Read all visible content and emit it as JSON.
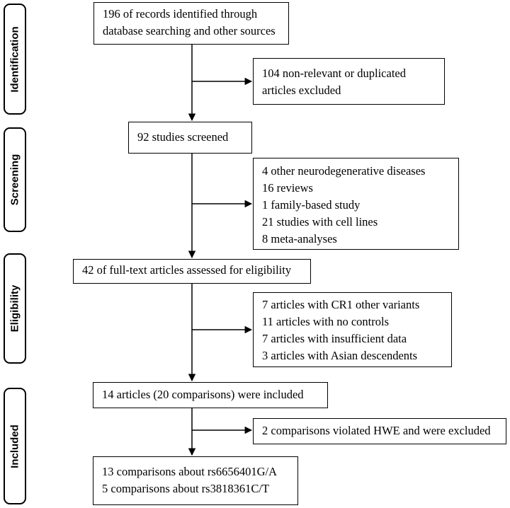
{
  "stages": [
    "Identification",
    "Screening",
    "Eligibility",
    "Included"
  ],
  "main_boxes": [
    [
      "196 of records identified through",
      "database searching and other sources"
    ],
    [
      "92 studies screened"
    ],
    [
      "42 of full-text articles assessed for eligibility"
    ],
    [
      "14 articles (20 comparisons) were included"
    ],
    [
      "13 comparisons about rs6656401G/A",
      "5 comparisons about rs3818361C/T"
    ]
  ],
  "exclusion_boxes": [
    [
      "104 non-relevant or duplicated",
      "articles excluded"
    ],
    [
      "4 other neurodegenerative diseases",
      "16 reviews",
      "1 family-based study",
      "21 studies with cell lines",
      "8 meta-analyses"
    ],
    [
      "7 articles with CR1 other variants",
      "11 articles with no controls",
      "7 articles with insufficient data",
      "3 articles with Asian descendents"
    ],
    [
      "2 comparisons violated HWE and were excluded"
    ]
  ]
}
